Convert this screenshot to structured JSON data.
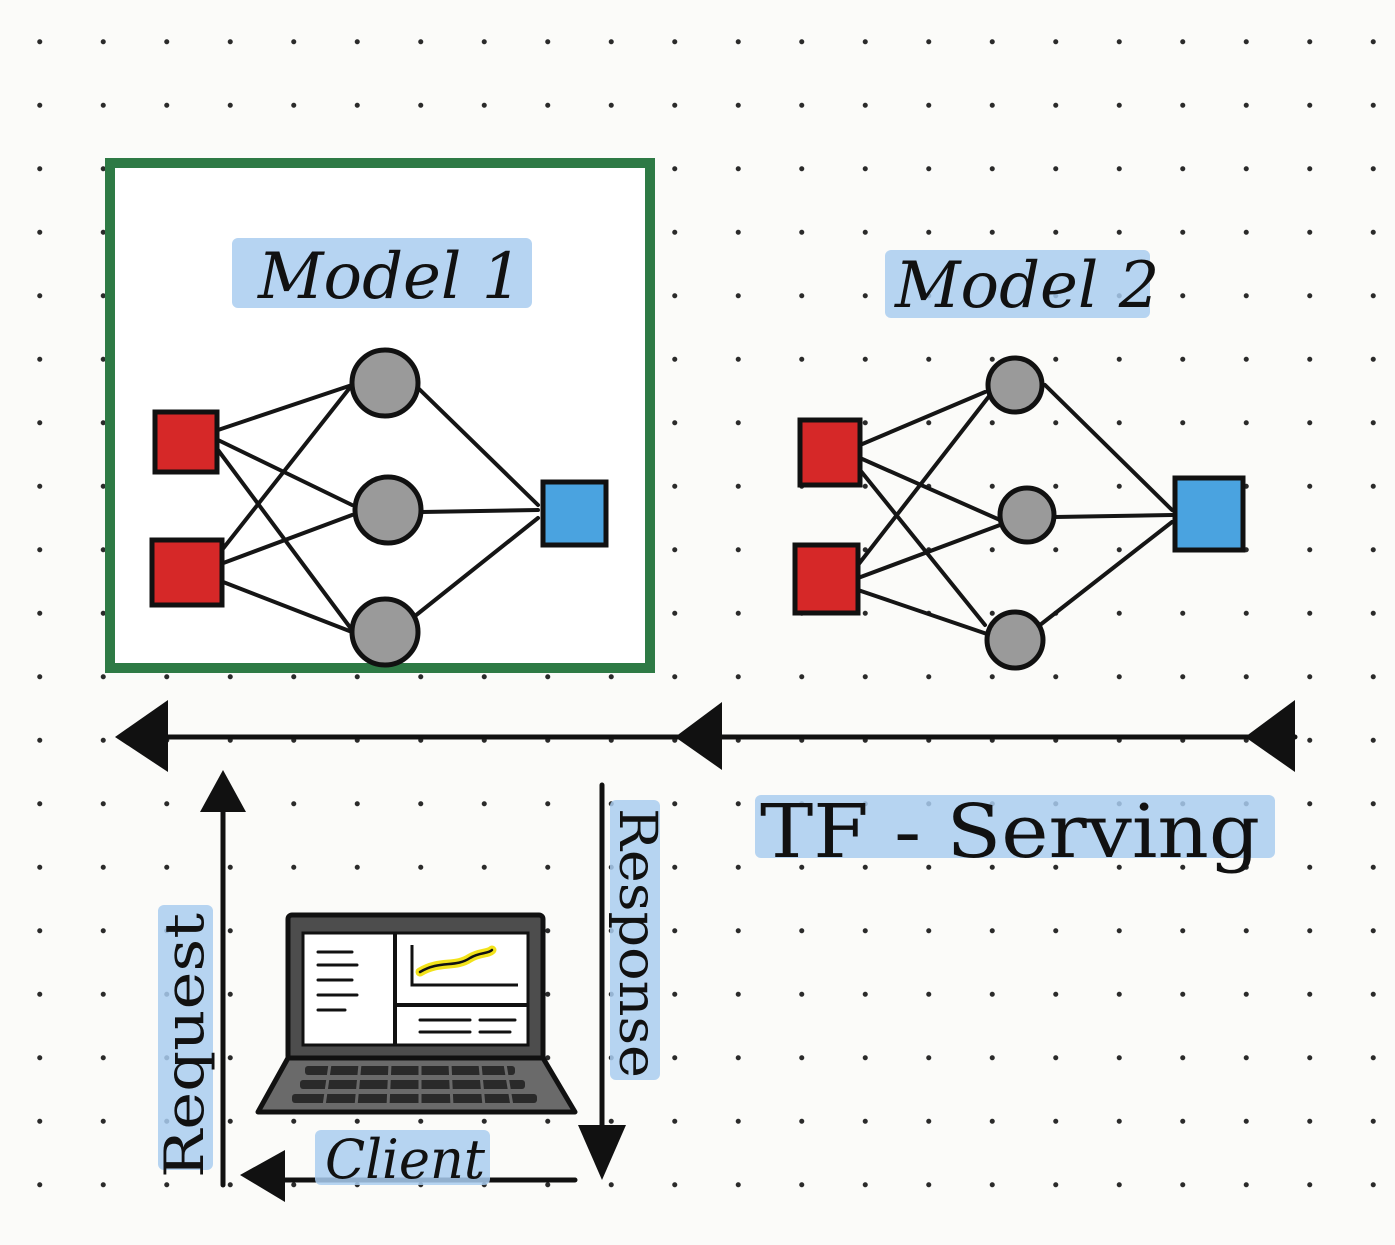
{
  "models": [
    {
      "label": "Model 1",
      "selected": true
    },
    {
      "label": "Model 2",
      "selected": false
    }
  ],
  "server_label": "TF - Serving",
  "client_label": "Client",
  "request_label": "Request",
  "response_label": "Response",
  "colors": {
    "selected_border": "#2e7a45",
    "input_node": "#d62828",
    "hidden_node": "#9a9a9a",
    "output_node": "#4aa3e0",
    "highlight": "#a9cdf0",
    "chart_line": "#f2e21a",
    "ink": "#111111"
  }
}
